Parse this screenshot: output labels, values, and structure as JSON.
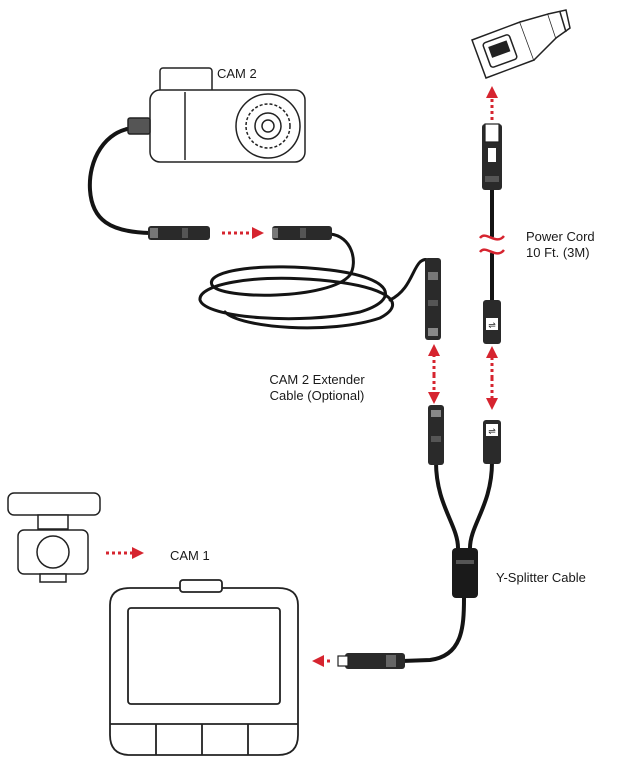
{
  "labels": {
    "cam2": "CAM 2",
    "cam1": "CAM 1",
    "extender_line1": "CAM 2 Extender",
    "extender_line2": "Cable (Optional)",
    "power_line1": "Power Cord",
    "power_line2": "10 Ft. (3M)",
    "splitter": "Y-Splitter Cable"
  },
  "colors": {
    "ink": "#1a1a1a",
    "cable": "#141414",
    "device_fill": "#ffffff",
    "device_stroke": "#222222",
    "arrow": "#d6242f"
  },
  "icons": {
    "usb": "usb-icon",
    "break": "cable-break-icon",
    "arrow": "red-dotted-arrow-icon"
  }
}
